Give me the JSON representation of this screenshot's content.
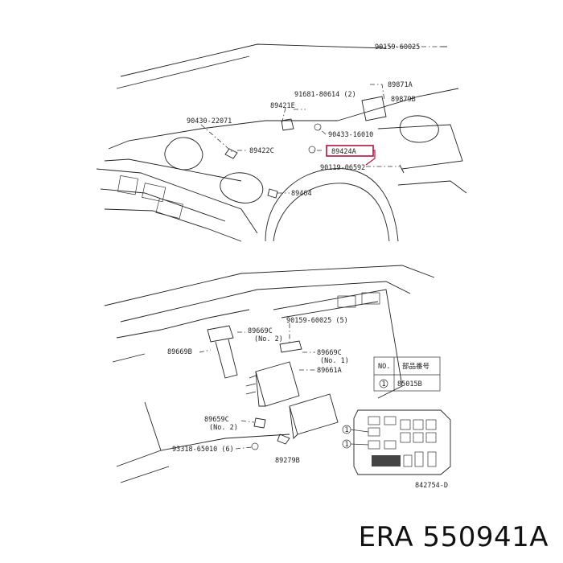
{
  "diagram": {
    "top_labels": {
      "p1": "90159-60025",
      "p2": "89871A",
      "p3": "89879B",
      "p4": "91681-80614 (2)",
      "p5": "89421E",
      "p6": "90430-22071",
      "p7": "89422C",
      "p8": "90433-16010",
      "p9": "89424A",
      "p10": "90119-06592",
      "p11": "89464"
    },
    "bottom_labels": {
      "b1": "90159-60025 (5)",
      "b2": "89669C",
      "b2n": "(No. 2)",
      "b3": "89669B",
      "b4": "89669C",
      "b4n": "(No. 1)",
      "b5": "89661A",
      "b6": "89659C",
      "b6n": "(No. 2)",
      "b7": "93318-65010 (6)",
      "b8": "89279B"
    },
    "table": {
      "head_no": "NO.",
      "head_part": "部品番号",
      "row_no": "1",
      "row_part": "85015B"
    },
    "drawing_number": "842754-D"
  },
  "footer": {
    "brand_part": "ERA 550941A"
  }
}
